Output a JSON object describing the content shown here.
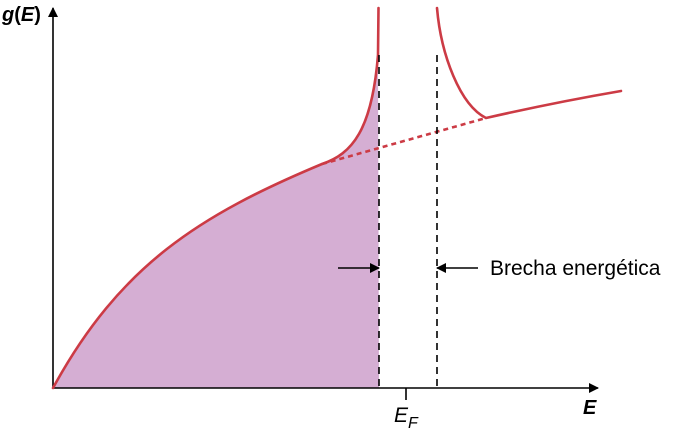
{
  "y_axis_label": {
    "var": "g",
    "open": "(",
    "arg": "E",
    "close": ")"
  },
  "x_axis_label": "E",
  "fermi_label": {
    "main": "E",
    "sub": "F"
  },
  "gap_label": "Brecha energética",
  "colors": {
    "curve": "#cc3b45",
    "fill": "#d5aed3",
    "axis": "#000000",
    "dashes": "#000000"
  }
}
